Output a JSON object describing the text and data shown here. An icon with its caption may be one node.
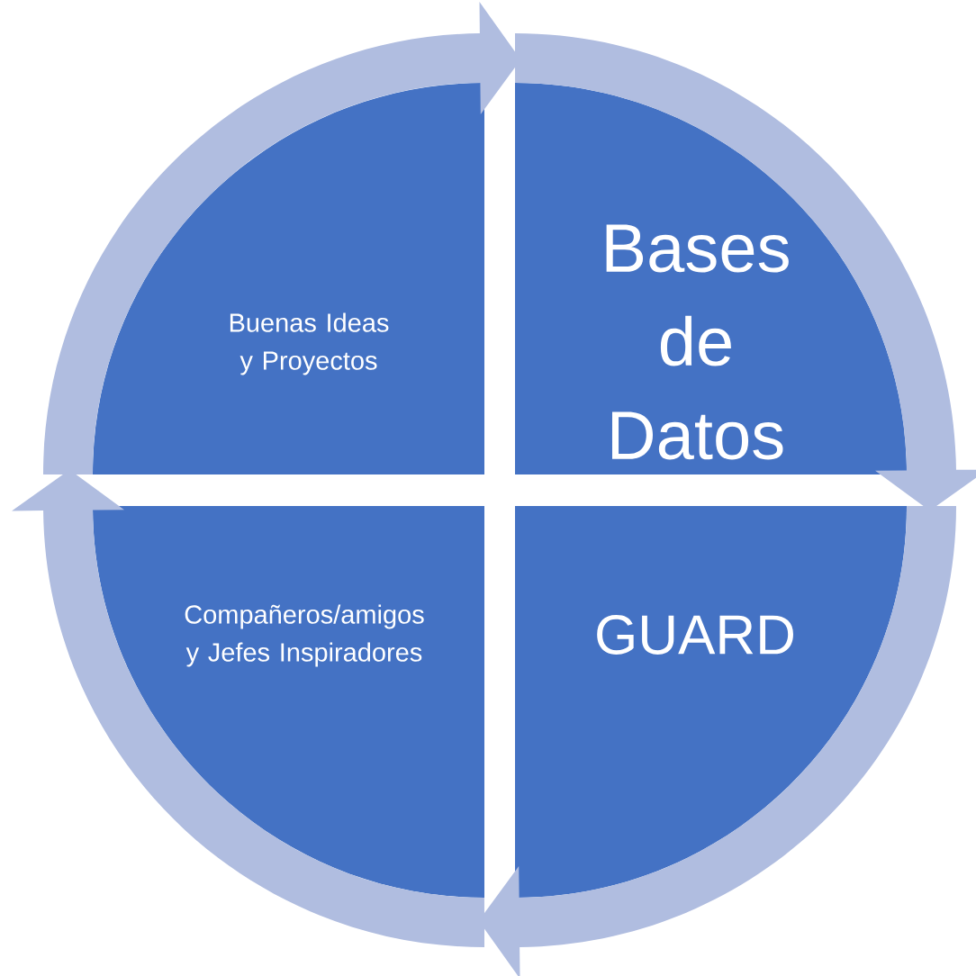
{
  "diagram": {
    "nodes": [
      {
        "text": [
          "Buenas Ideas y Proyectos"
        ]
      },
      {
        "text": [
          "Bases de Datos"
        ]
      },
      {
        "text": [
          "Compañeros/amigos y Jefes Inspiradores"
        ]
      },
      {
        "text": [
          "GUARD"
        ]
      }
    ],
    "edges": [
      {
        "from": 0,
        "to": 1,
        "arrow": "to"
      },
      {
        "from": 1,
        "to": 3,
        "arrow": "to"
      },
      {
        "from": 3,
        "to": 2,
        "arrow": "to"
      },
      {
        "from": 2,
        "to": 0,
        "arrow": "to"
      }
    ]
  }
}
